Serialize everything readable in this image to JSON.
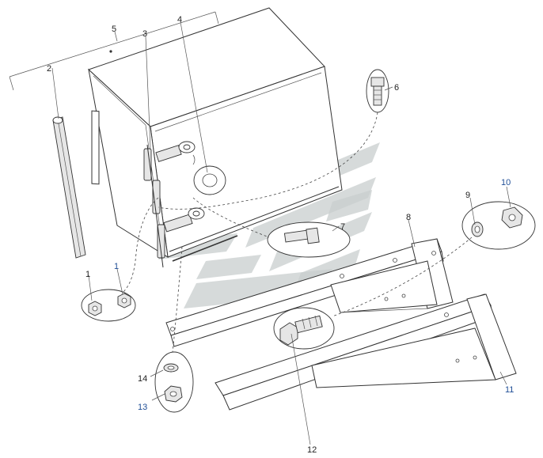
{
  "callouts": [
    {
      "id": "1a",
      "label": "1",
      "color": "#222222"
    },
    {
      "id": "1b",
      "label": "1",
      "color": "#1f4e96"
    },
    {
      "id": "2",
      "label": "2",
      "color": "#222222"
    },
    {
      "id": "3",
      "label": "3",
      "color": "#222222"
    },
    {
      "id": "4",
      "label": "4",
      "color": "#222222"
    },
    {
      "id": "5",
      "label": "5",
      "color": "#222222"
    },
    {
      "id": "6",
      "label": "6",
      "color": "#222222"
    },
    {
      "id": "7",
      "label": "7",
      "color": "#222222"
    },
    {
      "id": "8",
      "label": "8",
      "color": "#222222"
    },
    {
      "id": "9",
      "label": "9",
      "color": "#222222"
    },
    {
      "id": "10",
      "label": "10",
      "color": "#1f4e96"
    },
    {
      "id": "11",
      "label": "11",
      "color": "#1f4e96"
    },
    {
      "id": "12",
      "label": "12",
      "color": "#222222"
    },
    {
      "id": "13",
      "label": "13",
      "color": "#1f4e96"
    },
    {
      "id": "14",
      "label": "14",
      "color": "#222222"
    }
  ],
  "colors": {
    "line": "#333333",
    "watermark": "#c8cdcd",
    "callout_blue": "#1f4e96"
  }
}
